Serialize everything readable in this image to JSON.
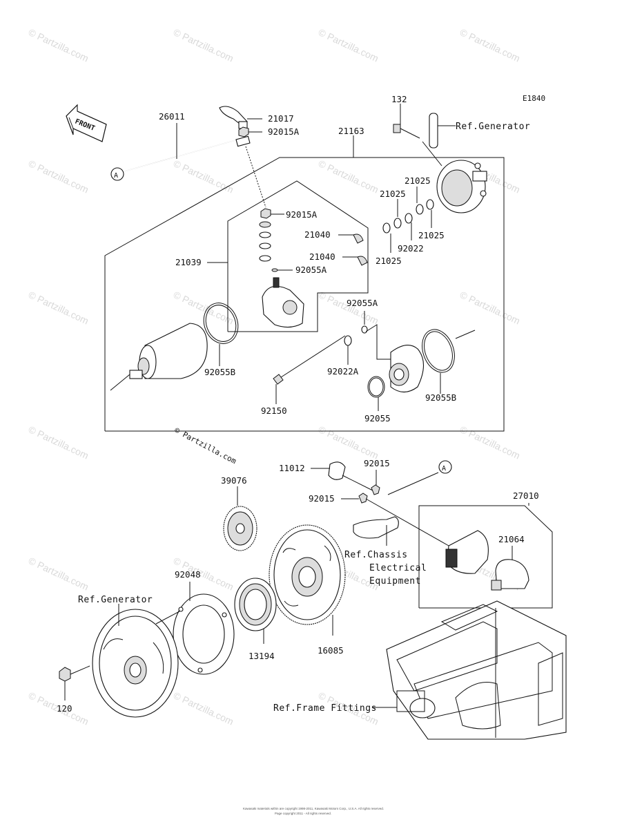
{
  "diagram": {
    "code": "E1840",
    "front_label": "FRONT",
    "connector_a": "A",
    "stamp": "© Partzilla.com",
    "watermark": "© Partzilla.com",
    "parts": {
      "p26011": "26011",
      "p21017": "21017",
      "p92015A_top": "92015A",
      "p21163": "21163",
      "p132": "132",
      "p92015A": "92015A",
      "p21040_a": "21040",
      "p21040_b": "21040",
      "p92055A_a": "92055A",
      "p92055A_b": "92055A",
      "p21039": "21039",
      "p21025_a": "21025",
      "p21025_b": "21025",
      "p21025_c": "21025",
      "p21025_d": "21025",
      "p92022": "92022",
      "p92055B_a": "92055B",
      "p92055B_b": "92055B",
      "p92022A": "92022A",
      "p92150": "92150",
      "p92055": "92055",
      "p11012": "11012",
      "p92015_a": "92015",
      "p92015_b": "92015",
      "p39076": "39076",
      "p27010": "27010",
      "p21064": "21064",
      "p92048": "92048",
      "p13194": "13194",
      "p16085": "16085",
      "p120": "120"
    },
    "refs": {
      "ref_generator_top": "Ref.Generator",
      "ref_generator_left": "Ref.Generator",
      "ref_chassis_1": "Ref.Chassis",
      "ref_chassis_2": "Electrical",
      "ref_chassis_3": "Equipment",
      "ref_frame": "Ref.Frame Fittings"
    },
    "footer_line1": "Kawasaki materials within are copyright 1998-2011, Kawasaki Motors Corp., U.S.A. All rights reserved.",
    "footer_line2": "Page copyright 2011 - All rights reserved."
  }
}
